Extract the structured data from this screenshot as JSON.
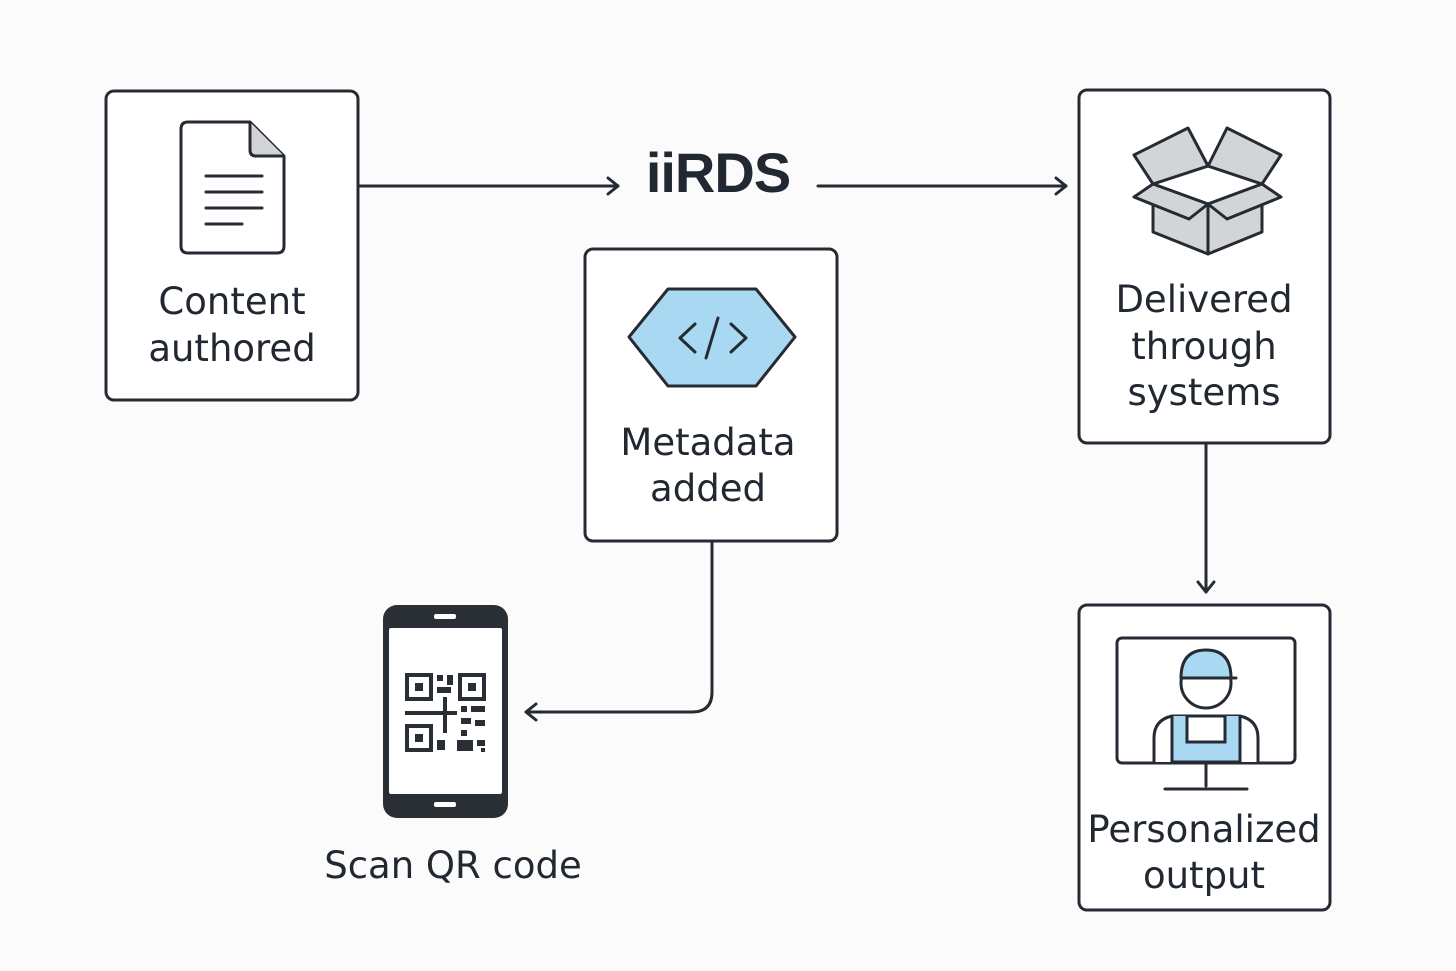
{
  "title": "iiRDS",
  "nodes": {
    "content": {
      "line1": "Content",
      "line2": "authored"
    },
    "metadata": {
      "line1": "Metadata",
      "line2": "added"
    },
    "delivered": {
      "line1": "Delivered",
      "line2": "through",
      "line3": "systems"
    },
    "personalized": {
      "line1": "Personalized",
      "line2": "output"
    },
    "scan": {
      "label": "Scan QR code"
    }
  },
  "icons": {
    "content": "document-icon",
    "metadata": "code-tag-icon",
    "delivered": "open-box-icon",
    "personalized": "worker-on-monitor-icon",
    "scan": "phone-qr-icon"
  },
  "colors": {
    "accent": "#a8d8f2",
    "box_gray": "#d2d4d6",
    "stroke": "#262b33"
  }
}
